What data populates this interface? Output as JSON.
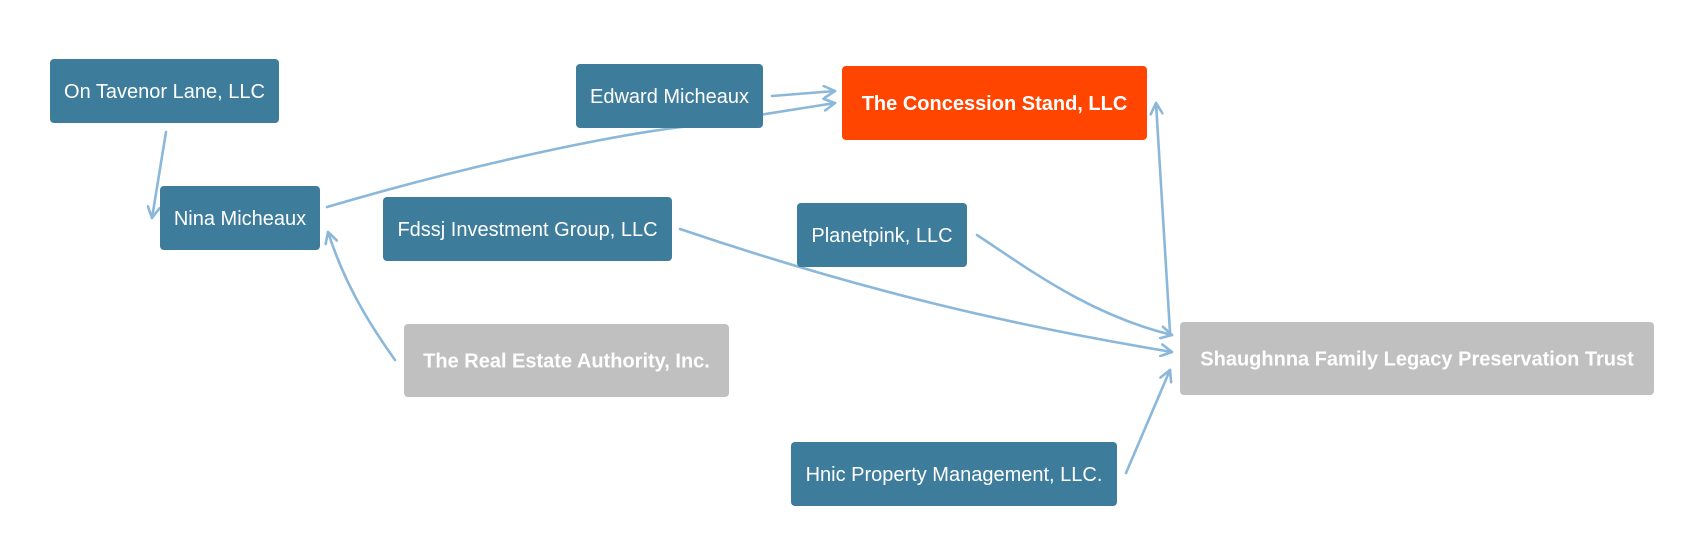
{
  "colors": {
    "person_node": "#3e7c9c",
    "target_node": "#ff4500",
    "inactive_node": "#c0c0c0",
    "edge": "#8bb8da",
    "label": "#ffffff"
  },
  "nodes": [
    {
      "id": "on-tavenor-lane",
      "label": "On Tavenor Lane, LLC",
      "style": "person"
    },
    {
      "id": "nina-micheaux",
      "label": "Nina Micheaux",
      "style": "person"
    },
    {
      "id": "edward-micheaux",
      "label": "Edward Micheaux",
      "style": "person"
    },
    {
      "id": "fdssj-investment-group",
      "label": "Fdssj Investment Group, LLC",
      "style": "person"
    },
    {
      "id": "real-estate-authority",
      "label": "The Real Estate Authority, Inc.",
      "style": "inactive"
    },
    {
      "id": "concession-stand",
      "label": "The Concession Stand, LLC",
      "style": "target"
    },
    {
      "id": "planetpink",
      "label": "Planetpink, LLC",
      "style": "person"
    },
    {
      "id": "hnic-property-management",
      "label": "Hnic Property Management, LLC.",
      "style": "person"
    },
    {
      "id": "shaughnna-trust",
      "label": "Shaughnna Family Legacy Preservation Trust",
      "style": "inactive"
    }
  ],
  "edges": [
    {
      "from": "on-tavenor-lane",
      "to": "nina-micheaux"
    },
    {
      "from": "nina-micheaux",
      "to": "concession-stand"
    },
    {
      "from": "real-estate-authority",
      "to": "nina-micheaux"
    },
    {
      "from": "edward-micheaux",
      "to": "concession-stand"
    },
    {
      "from": "fdssj-investment-group",
      "to": "shaughnna-trust"
    },
    {
      "from": "planetpink",
      "to": "shaughnna-trust"
    },
    {
      "from": "hnic-property-management",
      "to": "shaughnna-trust"
    },
    {
      "from": "shaughnna-trust",
      "to": "concession-stand"
    }
  ]
}
